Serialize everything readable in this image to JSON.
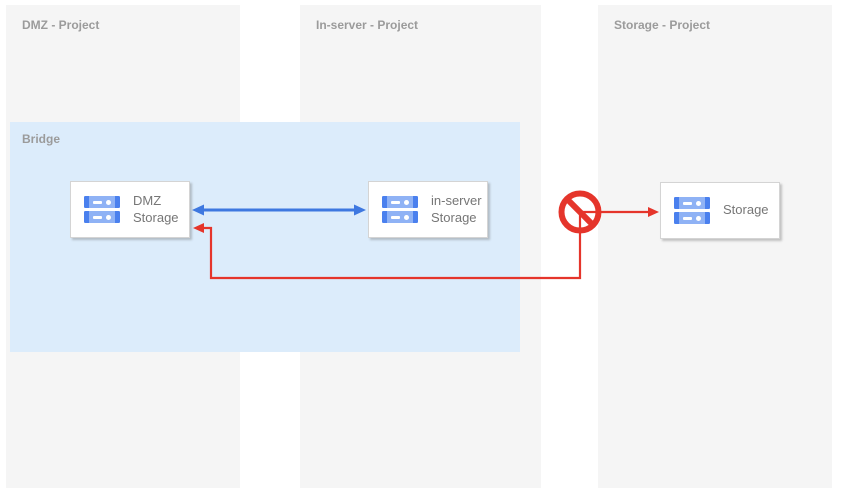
{
  "diagram": {
    "columns": [
      {
        "id": "dmz",
        "label": "DMZ - Project"
      },
      {
        "id": "inserver",
        "label": "In-server - Project"
      },
      {
        "id": "storage",
        "label": "Storage - Project"
      }
    ],
    "bridge": {
      "label": "Bridge"
    },
    "nodes": {
      "dmz_storage": {
        "label": "DMZ Storage",
        "icon": "disk-icon"
      },
      "in_server_storage": {
        "label": "in-server Storage",
        "icon": "disk-icon"
      },
      "storage": {
        "label": "Storage",
        "icon": "disk-icon"
      }
    },
    "edges": [
      {
        "from": "DMZ Storage",
        "to": "in-server Storage",
        "style": "straight-double-arrow",
        "status": "allowed",
        "color": "#3e78e0"
      },
      {
        "from": "Storage",
        "to": "DMZ Storage",
        "style": "elbow-double-arrow",
        "status": "blocked",
        "color": "#e5352b",
        "blocked_icon": "no-entry-icon"
      }
    ],
    "colors": {
      "column_bg": "#f5f5f5",
      "bridge_bg": "#dcecfb",
      "allowed_arrow": "#3e78e0",
      "blocked_arrow": "#e5352b",
      "node_icon_light": "#8fb2f5",
      "node_icon_dark": "#4a80ee"
    }
  }
}
